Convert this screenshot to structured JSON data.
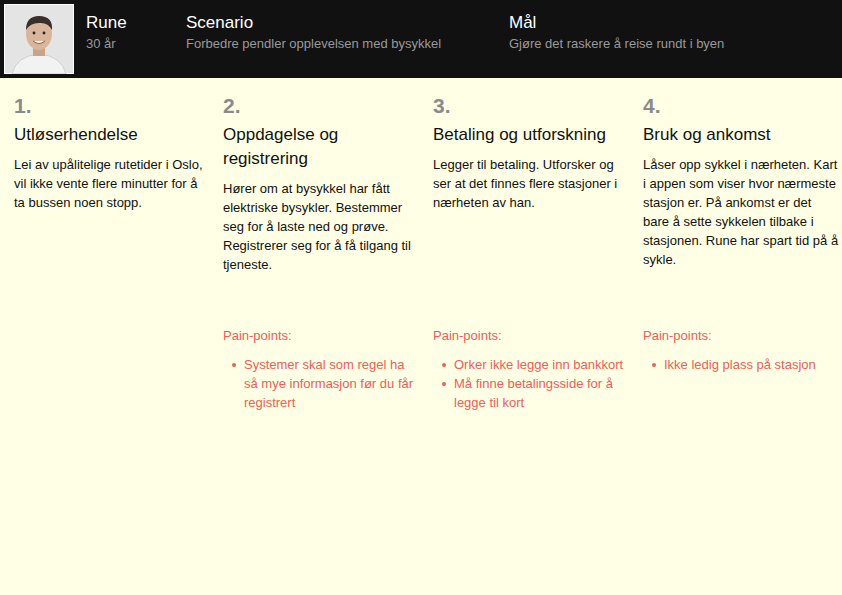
{
  "diagram": {
    "nodes": [
      {
        "text": [
          "Rune",
          "30 år",
          "Scenario",
          "Forbedre pendler opplevelsen med bysykkel",
          "Mål",
          "Gjøre det raskere å reise rundt i byen"
        ]
      }
    ],
    "labels": [
      "1.",
      "Utløserhendelse",
      "Lei av upålitelige rutetider i Oslo, vil ikke vente flere minutter for å ta bussen noen stopp.",
      "2.",
      "Oppdagelse og registrering",
      "Hører om at bysykkel har fått elektriske bysykler. Bestemmer seg for å laste ned og prøve. Registrerer seg for å få tilgang til tjeneste.",
      "Pain-points:",
      "Systemer skal som regel ha så mye informasjon før du får registrert",
      "3.",
      "Betaling og utforskning",
      "Legger til betaling. Utforsker og ser at det finnes flere stasjoner i nærheten av han.",
      "Pain-points:",
      "Orker ikke legge inn bankkort",
      "Må finne betalingsside for å legge til kort",
      "4.",
      "Bruk og ankomst",
      "Låser opp sykkel i nærheten. Kart i appen som viser hvor nærmeste stasjon er. På ankomst er det bare å sette sykkelen tilbake i stasjonen. Rune har spart tid på å sykle.",
      "Pain-points:",
      "Ikke ledig plass på stasjon"
    ]
  }
}
